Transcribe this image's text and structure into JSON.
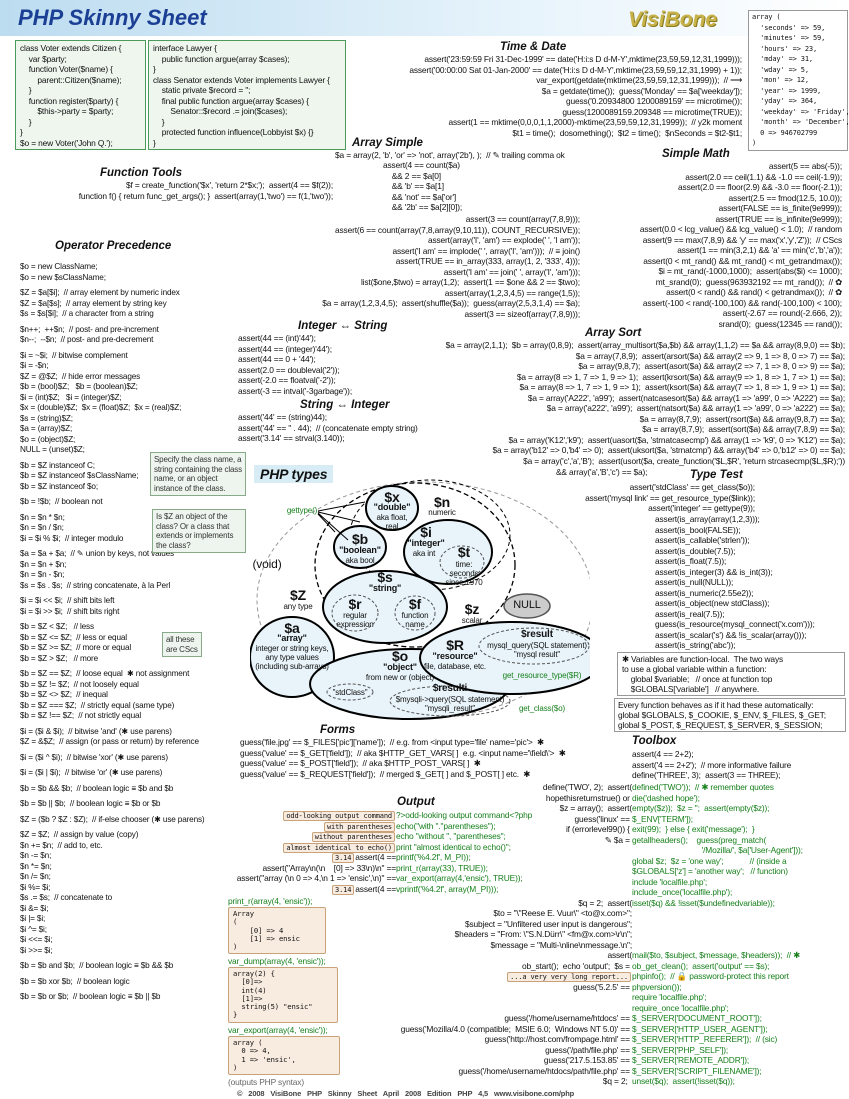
{
  "header": {
    "title": "PHP Skinny Sheet",
    "logo": "VisiBone"
  },
  "headings": {
    "time": "Time & Date",
    "functions": "Function Tools",
    "array_simple": "Array Simple",
    "math": "Simple Math",
    "operators": "Operator Precedence",
    "int_string": "Integer ⇔ String",
    "string_int": "String ⇔ Integer",
    "array_sort": "Array Sort",
    "type_test": "Type Test",
    "php_types": "PHP types",
    "forms": "Forms",
    "toolbox": "Toolbox",
    "output": "Output"
  },
  "colors": {
    "function_green": "#17801c",
    "header_blue": "#1b3f94",
    "note_green": "#eef6ee",
    "output_box": "#f8ebe0"
  },
  "blocks": {
    "getdate_array": [
      "array (",
      "  'seconds' => 59,",
      "  'minutes' => 59,",
      "  'hours' => 23,",
      "  'mday' => 31,",
      "  'wday' => 5,",
      "  'mon' => 12,",
      "  'year' => 1999,",
      "  'yday' => 364,",
      "  'weekday' => 'Friday',",
      "  'month' => 'December',",
      "  0 => 946702799",
      ")"
    ],
    "voter": [
      "class Voter extends Citizen {",
      "    var $party;",
      "    function Voter($name) {",
      "        parent::Citizen($name);",
      "    }",
      "    function register($party) {",
      "        $this->party = $party;",
      "    }",
      "}",
      "$o = new Voter('John Q.');"
    ],
    "lawyer": [
      "interface Lawyer {",
      "    public function argue(array $cases);",
      "}",
      "class Senator extends Voter implements Lawyer {",
      "    static private $record = '';",
      "    final public function argue(array $cases) {",
      "        Senator::$record .= join($cases);",
      "    }",
      "    protected function influence(Lobbyist $x) {}",
      "}"
    ],
    "time": [
      "assert('23:59:59 Fri 31-Dec-1999' == date('H:i:s D d-M-Y',mktime(23,59,59,12,31,1999)));",
      "assert('00:00:00 Sat 01-Jan-2000' == date('H:i:s D d-M-Y',mktime(23,59,59,12,31,1999) + 1));",
      "var_export(getdate(mktime(23,59,59,12,31,1999)));  // ⟶",
      "$a = getdate(time());  guess('Monday' == $a['weekday']);",
      "guess('0.20934800 1200089159' == microtime());",
      "guess(1200089159.209348 == microtime(TRUE));",
      "assert(1 == mktime(0,0,0,1,1,2000)-mktime(23,59,59,12,31,1999));  // y2k moment",
      "$t1 = time();  dosomething();  $t2 = time();  $nSeconds = $t2-$t1;"
    ],
    "functions": [
      "$f = create_function('$x', 'return 2*$x;');  assert(4 == $f(2));",
      "function f() { return func_get_args(); }  assert(array(1,'two') == f(1,'two'));"
    ],
    "asimple_a": [
      "$a = array(2, 'b', 'or' => 'not', array('2b'), );  // ✎ trailing comma ok"
    ],
    "asimple_b": [
      "assert(4 == count($a)",
      "    && 2 == $a[0]",
      "    && 'b' == $a[1]",
      "    && 'not' == $a['or']",
      "    && '2b' == $a[2][0]);"
    ],
    "asimple_c": [
      "assert(3 == count(array(7,8,9)));",
      "assert(6 == count(array(7,8,array(9,10,11)), COUNT_RECURSIVE));",
      "assert(array('I', 'am') == explode(' ', 'I am'));",
      "assert('I am' == implode(' ', array('I', 'am')));  // ≡ join()",
      "assert(TRUE == in_array(333, array(1, 2, '333', 4)));",
      "assert('I am' == join(' ', array('I', 'am')));",
      "list($one,$two) = array(1,2);  assert(1 == $one && 2 == $two);",
      "assert(array(1,2,3,4,5) == range(1,5));",
      "$a = array(1,2,3,4,5);  assert(shuffle($a));  guess(array(2,5,3,1,4) == $a);",
      "assert(3 == sizeof(array(7,8,9)));"
    ],
    "math": [
      "assert(5 == abs(-5));",
      "assert(2.0 == ceil(1.1) && -1.0 == ceil(-1.9));",
      "assert(2.0 == floor(2.9) && -3.0 == floor(-2.1));",
      "assert(2.5 == fmod(12.5, 10.0));",
      "assert(FALSE == is_finite(9e999));",
      "assert(TRUE == is_infinite(9e999));",
      "assert(0.0 < lcg_value() && lcg_value() < 1.0);  // random",
      "assert(9 == max(7,8,9) && 'y' == max('x','y','Z'));  // CScs",
      "assert(1 == min(3,2,1) && 'a' == min('c','b','a'));",
      "assert(0 < mt_rand() && mt_rand() < mt_getrandmax());",
      "$i = mt_rand(-1000,1000);  assert(abs($i) <= 1000);",
      "mt_srand(0);  guess(963932192 == mt_rand());  // ✿",
      "assert(0 < rand() && rand() < getrandmax());  // ✿",
      "assert(-100 < rand(-100,100) && rand(-100,100) < 100);",
      "assert(-2.67 == round(-2.666, 2));",
      "srand(0);  guess(12345 == rand());"
    ],
    "operators": [
      "$o = new ClassName;",
      "$o = new $sClassName;",
      "",
      "$Z = $a[$i];  // array element by numeric index",
      "$Z = $a[$s];  // array element by string key",
      "$s = $s[$i];  // a character from a string",
      "",
      "$n++;  ++$n;  // post- and pre-increment",
      "$n--;  --$n;  // post- and pre-decrement",
      "",
      "$i = ~$i;  // bitwise complement",
      "$i = -$n;",
      "$Z = @$Z;  // hide error messages",
      "$b = (bool)$Z;   $b = (boolean)$Z;",
      "$i = (int)$Z;   $i = (integer)$Z;",
      "$x = (double)$Z;  $x = (float)$Z;  $x = (real)$Z;",
      "$s = (string)$Z;",
      "$a = (array)$Z;",
      "$o = (object)$Z;",
      "NULL = (unset)$Z;",
      "",
      "$b = $Z instanceof C;",
      "$b = $Z instanceof $sClassName;",
      "$b = $Z instanceof $o;",
      "",
      "$b = !$b;  // boolean not",
      "",
      "$n = $n * $n;",
      "$n = $n / $n;",
      "$i = $i % $i;  // integer modulo",
      "",
      "$a = $a + $a;  // ✎ union by keys, not values",
      "$n = $n + $n;",
      "$n = $n - $n;",
      "$s = $s . $s;  // string concatenate, à la Perl",
      "",
      "$i = $i << $i;  // shift bits left",
      "$i = $i >> $i;  // shift bits right",
      "",
      "$b = $Z < $Z;   // less",
      "$b = $Z <= $Z;  // less or equal",
      "$b = $Z >= $Z;  // more or equal",
      "$b = $Z > $Z;   // more",
      "",
      "$b = $Z == $Z;  // loose equal  ✱ not assignment",
      "$b = $Z != $Z;  // not loosely equal",
      "$b = $Z <> $Z;  // inequal",
      "$b = $Z === $Z;  // strictly equal (same type)",
      "$b = $Z !== $Z;  // not strictly equal",
      "",
      "$i = ($i & $i);  // bitwise 'and' (✱ use parens)",
      "$Z = &$Z;  // assign (or pass or return) by reference",
      "",
      "$i = ($i ^ $i);  // bitwise 'xor' (✱ use parens)",
      "",
      "$i = ($i | $i);  // bitwise 'or' (✱ use parens)",
      "",
      "$b = $b && $b;  // boolean logic ≡ $b and $b",
      "",
      "$b = $b || $b;  // boolean logic ≡ $b or $b",
      "",
      "$Z = ($b ? $Z : $Z);  // if-else chooser (✱ use parens)",
      "",
      "$Z = $Z;  // assign by value (copy)",
      "$n += $n;  // add to, etc.",
      "$n -= $n;",
      "$n *= $n;",
      "$n /= $n;",
      "$i %= $i;",
      "$s .= $s;  // concatenate to",
      "$i &= $i;",
      "$i |= $i;",
      "$i ^= $i;",
      "$i <<= $i;",
      "$i >>= $i;",
      "",
      "$b = $b and $b;  // boolean logic ≡ $b && $b",
      "",
      "$b = $b xor $b;  // boolean logic",
      "",
      "$b = $b or $b;  // boolean logic ≡ $b || $b"
    ],
    "int_string": [
      "assert(44 == (int)'44');",
      "assert(44 == (integer)'44');",
      "assert(44 == 0 + '44');",
      "assert(2.0 == doubleval('2'));",
      "assert(-2.0 == floatval('-2'));",
      "assert(-3 == intval('-3garbage'));"
    ],
    "string_int": [
      "assert('44' == (string)44);",
      "assert('44' == '' . 44);  // (concatenate empty string)",
      "assert('3.14' == strval(3.140));"
    ],
    "array_sort": [
      "$a = array(2,1,1);  $b = array(0,8,9);  assert(array_multisort($a,$b) && array(1,1,2) == $a && array(8,9,0) == $b);",
      "$a = array(7,8,9);  assert(arsort($a) && array(2 => 9, 1 => 8, 0 => 7) == $a);",
      "$a = array(9,8,7);  assert(asort($a) && array(2 => 7, 1 => 8, 0 => 9) == $a);",
      "$a = array(8 => 1, 7 => 1, 9 => 1);  assert(krsort($a) && array(9 => 1, 8 => 1, 7 => 1) == $a);",
      "$a = array(8 => 1, 7 => 1, 9 => 1);  assert(ksort($a) && array(7 => 1, 8 => 1, 9 => 1) == $a);",
      "$a = array('A222', 'a99');  assert(natcasesort($a) && array(1 => 'a99', 0 => 'A222') == $a);",
      "$a = array('a222', 'a99');  assert(natsort($a) && array(1 => 'a99', 0 => 'a222') == $a);",
      "$a = array(8,7,9);  assert(rsort($a) && array(9,8,7) == $a);",
      "$a = array(8,7,9);  assert(sort($a) && array(7,8,9) == $a);",
      "$a = array('K12','k9');  assert(uasort($a, 'strnatcasecmp') && array(1 => 'k9', 0 => 'K12') == $a);",
      "$a = array('b12' => 0,'b4' => 0);  assert(uksort($a, 'strnatcmp') && array('b4' => 0,'b12' => 0) == $a);",
      "$a = array('c','a','B');  assert(usort($a, create_function('$L,$R', 'return strcasecmp($L,$R);'))"
    ],
    "array_sort_tail": [
      "&& array('a','B','c') == $a);"
    ],
    "type_a": [
      "assert('stdClass' == get_class($o));",
      "assert('mysql link' == get_resource_type($link));",
      "assert('integer' == gettype(9));"
    ],
    "type_b": [
      "assert(is_array(array(1,2,3)));",
      "assert(is_bool(FALSE));",
      "assert(is_callable('strlen'));",
      "assert(is_double(7.5));",
      "assert(is_float(7.5));",
      "assert(is_integer(3) && is_int(3));",
      "assert(is_null(NULL));",
      "assert(is_numeric(2.55e2));",
      "assert(is_object(new stdClass));",
      "assert(is_real(7.5));",
      "guess(is_resource(mysql_connect('x.com')));",
      "assert(is_scalar('s') && !is_scalar(array()));",
      "assert(is_string('abc'));"
    ],
    "forms": [
      "guess('file.jpg' == $_FILES['pic']['name']);  // e.g. from <input type='file' name='pic'>  ✱",
      "guess('value' == $_GET['field']);  // aka $HTTP_GET_VARS[ ]  e.g. <input name='\\field\\'>  ✱",
      "guess('value' == $_POST['field']);  // aka $HTTP_POST_VARS[ ]  ✱",
      "guess('value' == $_REQUEST['field']);  // merged $_GET[ ] and $_POST[ ] etc.  ✱"
    ],
    "toolbox_top": [
      "assert(4 == 2+2);",
      "assert('4 == 2+2');  // more informative failure",
      "define('THREE', 3);  assert(3 == THREE);"
    ],
    "output": [
      [
        "odd-looking output command",
        "",
        "?>odd-looking output command<?php"
      ],
      [
        "with parentheses",
        "",
        "echo(\"with \".\"parentheses\");"
      ],
      [
        "without parentheses",
        "",
        "echo \"without \", \"parentheses\";"
      ],
      [
        "almost identical to echo()",
        "",
        "print \"almost identical to echo()\";"
      ],
      [
        "3.14",
        "assert(4 ==",
        "printf('%4.2f', M_PI));"
      ],
      [
        "",
        "assert(\"Array\\n(\\n    [0] => 33\\n)\\n\" ==",
        "print_r(array(33), TRUE));"
      ],
      [
        "",
        "assert(\"array (\\n 0 => 4,\\n 1 => 'ensic',\\n)\" ==",
        "var_export(array(4,'ensic'), TRUE));"
      ],
      [
        "3.14",
        "assert(4 ==",
        "vprintf('%4.2f', array(M_PI)));"
      ]
    ],
    "toolbox": [
      [
        "",
        "define('TWO', 2);  assert(",
        "defined('TWO'));  // ✱ remember quotes"
      ],
      [
        "",
        "hopethisreturnstrue() or ",
        "die('dashed hope');"
      ],
      [
        "",
        "$z = array();  assert(",
        "empty($z));  $z = '';  assert(empty($z));"
      ],
      [
        "",
        "guess('linux' == ",
        "$_ENV['TERM']);"
      ],
      [
        "",
        "if (errorlevel99()) { ",
        "exit(99);  } else { exit('message');  }"
      ],
      [
        "",
        "✎ $a = ",
        "getallheaders();    guess(preg_match("
      ],
      [
        "",
        "",
        "                                '/Mozilla/', $a['User-Agent']));"
      ],
      [
        "",
        "",
        "global $z;  $z = 'one way';            // (inside a"
      ],
      [
        "",
        "",
        "$GLOBALS['z'] = 'another way';   // function)"
      ],
      [
        "",
        "",
        "include 'localfile.php';"
      ],
      [
        "",
        "",
        "include_once('localfile.php');"
      ],
      [
        "",
        "$q = 2;  assert(",
        "isset($q) && !isset($undefinedvariable));"
      ],
      [
        "",
        "$to = \"\\\"Reese E. Vuur\\\" <to@x.com>\";",
        ""
      ],
      [
        "",
        "$subject = \"Unfiltered user input is dangerous\";",
        ""
      ],
      [
        "",
        "$headers = \"From: \\\"S.N.Dürr\\\" <fm@x.com>\\r\\n\";",
        ""
      ],
      [
        "",
        "$message = \"Multi-\\nline\\nmessage.\\n\";",
        ""
      ],
      [
        "",
        "assert(",
        "mail($to, $subject, $message, $headers));  // ✱"
      ],
      [
        "",
        "ob_start();  echo 'output';  $s = ",
        "ob_get_clean();  assert('output' == $s);"
      ],
      [
        "...a very very long report...",
        "",
        "phpinfo();  // 🔒 password-protect this report"
      ],
      [
        "",
        "guess('5.2.5' == ",
        "phpversion());"
      ],
      [
        "",
        "",
        "require 'localfile.php';"
      ],
      [
        "",
        "",
        "require_once 'localfile.php';"
      ],
      [
        "",
        "guess('/home/username/htdocs' == ",
        "$_SERVER['DOCUMENT_ROOT']);"
      ],
      [
        "",
        "guess('Mozilla/4.0 (compatible;  MSIE 6.0;  Windows NT 5.0)' == ",
        "$_SERVER['HTTP_USER_AGENT']);"
      ],
      [
        "",
        "guess('http://host.com/frompage.html' == ",
        "$_SERVER['HTTP_REFERER']);  // (sic)"
      ],
      [
        "",
        "guess('/path/file.php' == ",
        "$_SERVER['PHP_SELF']);"
      ],
      [
        "",
        "guess('217.5.153.85' == ",
        "$_SERVER['REMOTE_ADDR']);"
      ],
      [
        "",
        "guess('/home/username/htdocs/path/file.php' == ",
        "$_SERVER['SCRIPT_FILENAME']);"
      ],
      [
        "",
        "$q = 2;  ",
        "unset($q);  assert(!isset($q));"
      ]
    ],
    "globals_note": [
      "✱ Variables are function-local.  The two ways",
      "to use a global variable within a function:",
      "    global $variable;   // once at function top",
      "    $GLOBALS['variable']   // anywhere."
    ],
    "superglobals": [
      "Every function behaves as if it had these automatically:",
      "global $GLOBALS, $_COOKIE, $_ENV, $_FILES, $_GET;",
      "global $_POST, $_REQUEST, $_SERVER, $_SESSION;"
    ],
    "print_r_out": [
      "Array",
      "(",
      "    [0] => 4",
      "    [1] => ensic",
      ")"
    ],
    "var_dump_out": [
      "array(2) {",
      "  [0]=>",
      "  int(4)",
      "  [1]=>",
      "  string(5) \"ensic\"",
      "}"
    ],
    "var_export_out": [
      "array (",
      "  0 => 4,",
      "  1 => 'ensic',",
      ")"
    ]
  },
  "notes": {
    "instanceof_class": "Specify the class name, a string containing the class name, or an object instance of the class.",
    "instanceof_question": "Is $Z an object of the class? Or a class that extends or implements the class?",
    "cscs": "all these are CScs"
  },
  "dumps": {
    "print_r": "print_r(array(4, 'ensic'));",
    "var_dump": "var_dump(array(4, 'ensic'));",
    "var_export": "var_export(array(4, 'ensic'));",
    "var_export_note": "(outputs PHP syntax)"
  },
  "diagram": {
    "gettype": "gettype()",
    "void": "(void)",
    "Z": "$Z",
    "Z_desc": "any type",
    "x": "$x",
    "x_q": "\"double\"",
    "x_desc": "aka float, real",
    "n": "$n",
    "n_desc": "numeric",
    "b": "$b",
    "b_q": "\"boolean\"",
    "b_desc": "aka bool",
    "i": "$i",
    "i_q": "\"integer\"",
    "i_desc": "aka int",
    "t": "$t",
    "t_desc": "time: seconds since 1970",
    "s": "$s",
    "s_q": "\"string\"",
    "r": "$r",
    "r_desc": "regular expression",
    "f": "$f",
    "f_desc": "function name",
    "z": "$z",
    "z_desc": "scalar",
    "null": "NULL",
    "a": "$a",
    "a_q": "\"array\"",
    "a_desc": "integer or string keys, any type values (including sub-arrays)",
    "o": "$o",
    "o_q": "\"object\"",
    "o_desc": "from new or (object)",
    "stdclass": "\"stdClass\"",
    "resulti": "$resulti",
    "resulti_desc": "$mysqli->query(SQL statement) \"mysqli_result\"",
    "get_class": "get_class($o)",
    "R": "$R",
    "R_q": "\"resource\"",
    "R_desc": "file, database, etc.",
    "result": "$result",
    "result_desc": "mysql_query(SQL statement) \"mysql result\"",
    "get_resource_type": "get_resource_type($R)"
  },
  "footer": "© 2008 VisiBone   PHP Skinny Sheet   April 2008 Edition   PHP 4,5   www.visibone.com/php"
}
